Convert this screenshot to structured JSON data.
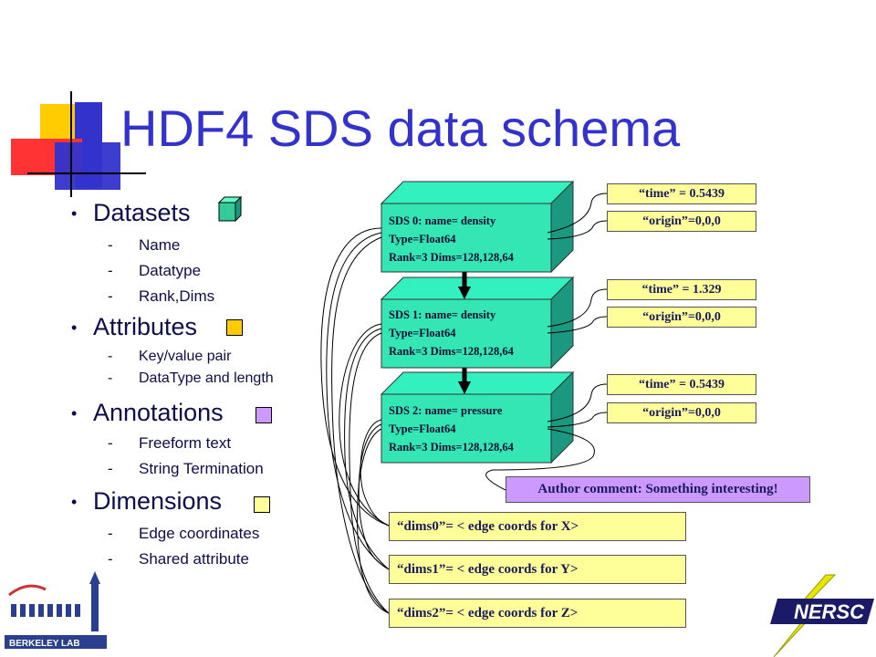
{
  "title": "HDF4 SDS data schema",
  "bullets": [
    {
      "label": "Datasets",
      "items": [
        "Name",
        "Datatype",
        "Rank,Dims"
      ]
    },
    {
      "label": "Attributes",
      "items": [
        "Key/value pair",
        "DataType and length"
      ]
    },
    {
      "label": "Annotations",
      "items": [
        "Freeform text",
        "String Termination"
      ]
    },
    {
      "label": "Dimensions",
      "items": [
        "Edge coordinates",
        "Shared attribute"
      ]
    }
  ],
  "sds": [
    {
      "line1": "SDS 0:   name= density",
      "line2": "Type=Float64",
      "line3": "Rank=3 Dims=128,128,64",
      "attrs": [
        "“time” = 0.5439",
        "“origin”=0,0,0"
      ]
    },
    {
      "line1": "SDS 1:   name= density",
      "line2": "Type=Float64",
      "line3": "Rank=3 Dims=128,128,64",
      "attrs": [
        "“time” = 1.329",
        "“origin”=0,0,0"
      ]
    },
    {
      "line1": "SDS 2:   name= pressure",
      "line2": "Type=Float64",
      "line3": "Rank=3 Dims=128,128,64",
      "attrs": [
        "“time” = 0.5439",
        "“origin”=0,0,0"
      ]
    }
  ],
  "annotation": "Author comment:  Something interesting!",
  "dims": [
    "“dims0”= < edge coords for X>",
    "“dims1”= < edge coords for Y>",
    "“dims2”= < edge coords for Z>"
  ],
  "logos": {
    "left": "BERKELEY LAB",
    "right": "NERSC"
  },
  "colors": {
    "title": "#3333cc",
    "text": "#0d0d4d",
    "cube_front": "#33e6b3",
    "cube_top": "#33f0c0",
    "cube_side": "#1a9980",
    "attribute_box": "#ffff99",
    "annotation_box": "#cc99ff",
    "dataset_icon": "#33cc99",
    "attribute_icon": "#ffcc00",
    "annotation_icon": "#cc99ff",
    "dimension_icon": "#ffff99"
  }
}
